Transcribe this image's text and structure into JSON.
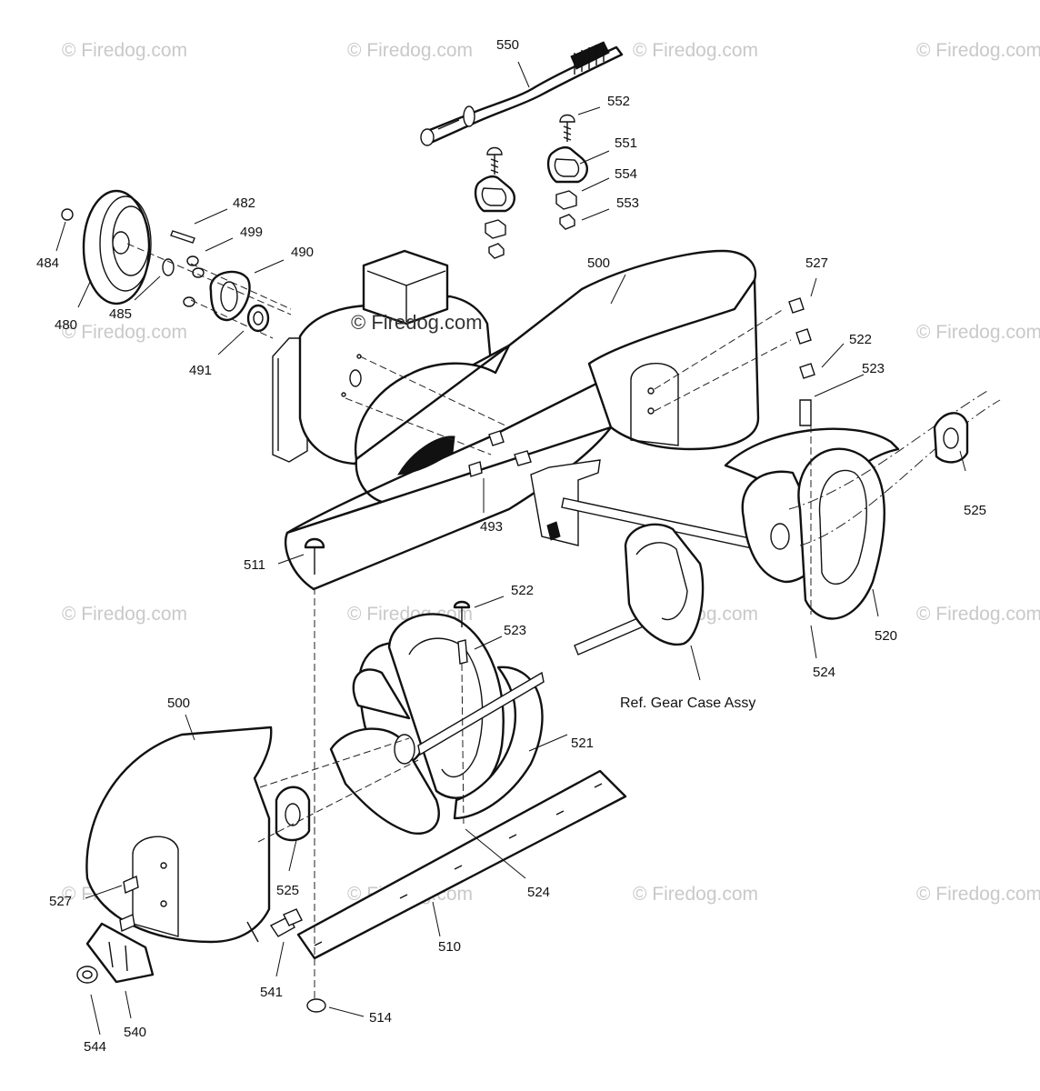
{
  "watermark": "© Firedog.com",
  "center_watermark": "© Firedog.com",
  "reference_label": "Ref. Gear Case Assy",
  "callouts": [
    {
      "id": "c550",
      "text": "550"
    },
    {
      "id": "c552",
      "text": "552"
    },
    {
      "id": "c551",
      "text": "551"
    },
    {
      "id": "c554",
      "text": "554"
    },
    {
      "id": "c553",
      "text": "553"
    },
    {
      "id": "c482",
      "text": "482"
    },
    {
      "id": "c499",
      "text": "499"
    },
    {
      "id": "c490",
      "text": "490"
    },
    {
      "id": "c484",
      "text": "484"
    },
    {
      "id": "c480",
      "text": "480"
    },
    {
      "id": "c485",
      "text": "485"
    },
    {
      "id": "c491",
      "text": "491"
    },
    {
      "id": "c500a",
      "text": "500"
    },
    {
      "id": "c527a",
      "text": "527"
    },
    {
      "id": "c522a",
      "text": "522"
    },
    {
      "id": "c523a",
      "text": "523"
    },
    {
      "id": "c525a",
      "text": "525"
    },
    {
      "id": "c493",
      "text": "493"
    },
    {
      "id": "c511",
      "text": "511"
    },
    {
      "id": "c520",
      "text": "520"
    },
    {
      "id": "c524a",
      "text": "524"
    },
    {
      "id": "c522b",
      "text": "522"
    },
    {
      "id": "c523b",
      "text": "523"
    },
    {
      "id": "c521",
      "text": "521"
    },
    {
      "id": "c500b",
      "text": "500"
    },
    {
      "id": "c525b",
      "text": "525"
    },
    {
      "id": "c527b",
      "text": "527"
    },
    {
      "id": "c524b",
      "text": "524"
    },
    {
      "id": "c541",
      "text": "541"
    },
    {
      "id": "c510",
      "text": "510"
    },
    {
      "id": "c540",
      "text": "540"
    },
    {
      "id": "c544",
      "text": "544"
    },
    {
      "id": "c514",
      "text": "514"
    }
  ]
}
